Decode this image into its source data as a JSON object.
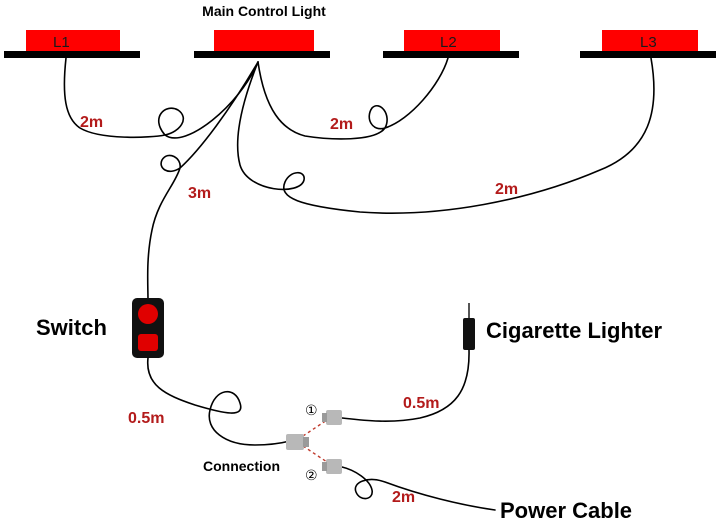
{
  "title": "Main Control Light",
  "lamps": {
    "l1": "L1",
    "l2": "L2",
    "l3": "L3"
  },
  "components": {
    "switch": "Switch",
    "cigarette_lighter": "Cigarette Lighter",
    "connection": "Connection",
    "power_cable": "Power Cable"
  },
  "wire_lengths": {
    "l1_wire": "2m",
    "l2_wire": "2m",
    "l3_wire": "2m",
    "switch_wire": "3m",
    "switch_to_connection": "0.5m",
    "lighter_wire": "0.5m",
    "power_wire": "2m"
  },
  "port_markers": {
    "port_1": "①",
    "port_2": "②"
  },
  "colors": {
    "lamp_red": "#ff0000",
    "lamp_base": "#000000",
    "length_label": "#b31b1b",
    "switch_body": "#111111",
    "switch_button": "#e00000",
    "connector_grey": "#b8b8b8",
    "dashed_link": "#c0392b"
  }
}
